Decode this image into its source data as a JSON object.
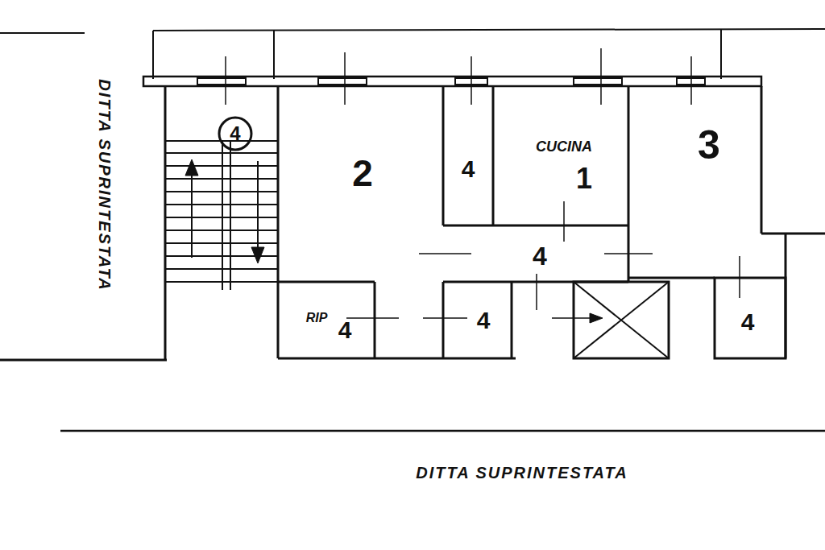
{
  "diagram": {
    "labels": [
      "DITTA SUPRINTESTATA",
      "4",
      "2",
      "4",
      "CUCINA",
      "1",
      "3",
      "4",
      "RIP",
      "4",
      "4",
      "4",
      "DITTA SUPRINTESTATA"
    ]
  }
}
